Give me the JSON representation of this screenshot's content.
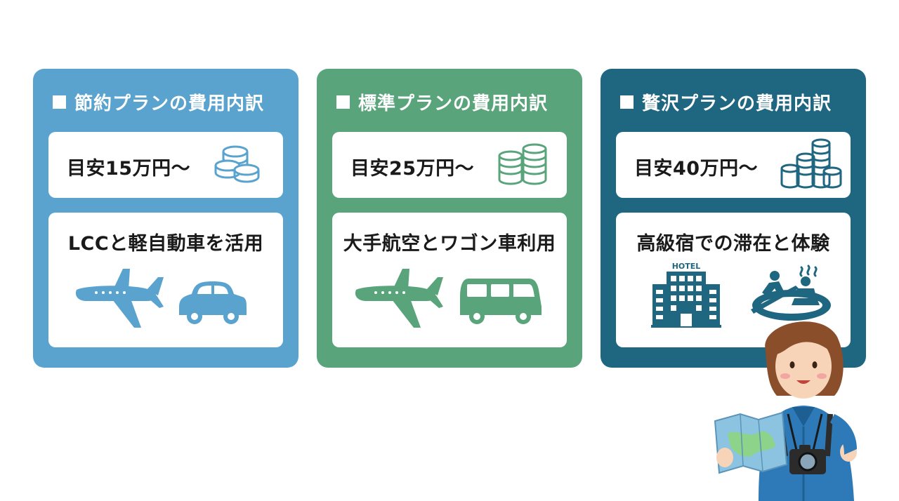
{
  "cards": [
    {
      "title": "節約プランの費用内訳",
      "price": "目安15万円〜",
      "method": "LCCと軽自動車を活用",
      "icons": [
        "coins-icon",
        "airplane-icon",
        "car-icon"
      ],
      "color": "#5aa3cf"
    },
    {
      "title": "標準プランの費用内訳",
      "price": "目安25万円〜",
      "method": "大手航空とワゴン車利用",
      "icons": [
        "coins-icon",
        "airplane-icon",
        "van-icon"
      ],
      "color": "#5aa47b"
    },
    {
      "title": "贅沢プランの費用内訳",
      "price": "目安40万円〜",
      "method": "高級宿での滞在と体験",
      "icons": [
        "coins-icon",
        "hotel-icon",
        "skiing-onsen-icon"
      ],
      "color": "#1f6681",
      "hotel_sign": "HOTEL"
    }
  ],
  "character": {
    "icon": "traveler-with-map-icon"
  }
}
